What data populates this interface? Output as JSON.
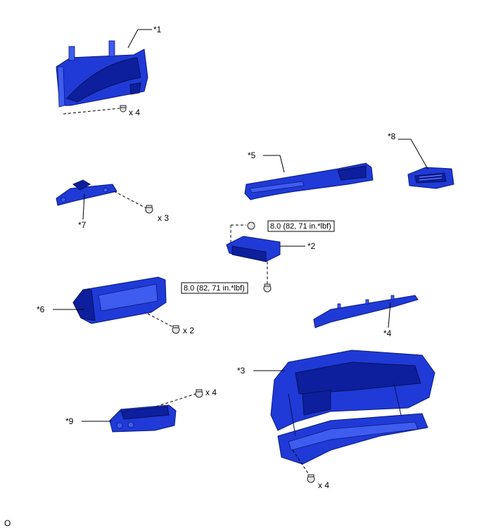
{
  "callouts": {
    "c1": "*1",
    "c2": "*2",
    "c3": "*3",
    "c4": "*4",
    "c5": "*5",
    "c6": "*6",
    "c7": "*7",
    "c8": "*8",
    "c9": "*9"
  },
  "quantities": {
    "q_meter": "x 4",
    "q_bracket7": "x 3",
    "q_display6": "x 2",
    "q_panel9": "x 4",
    "q_glovebox": "x 4"
  },
  "torque": {
    "upper": "8.0 (82, 71 in.*lbf)",
    "lower": "8.0 (82, 71 in.*lbf)"
  },
  "footer": {
    "code": "O"
  },
  "colors": {
    "part_blue": "#1f3ad6",
    "part_dark": "#0d1f9c"
  }
}
